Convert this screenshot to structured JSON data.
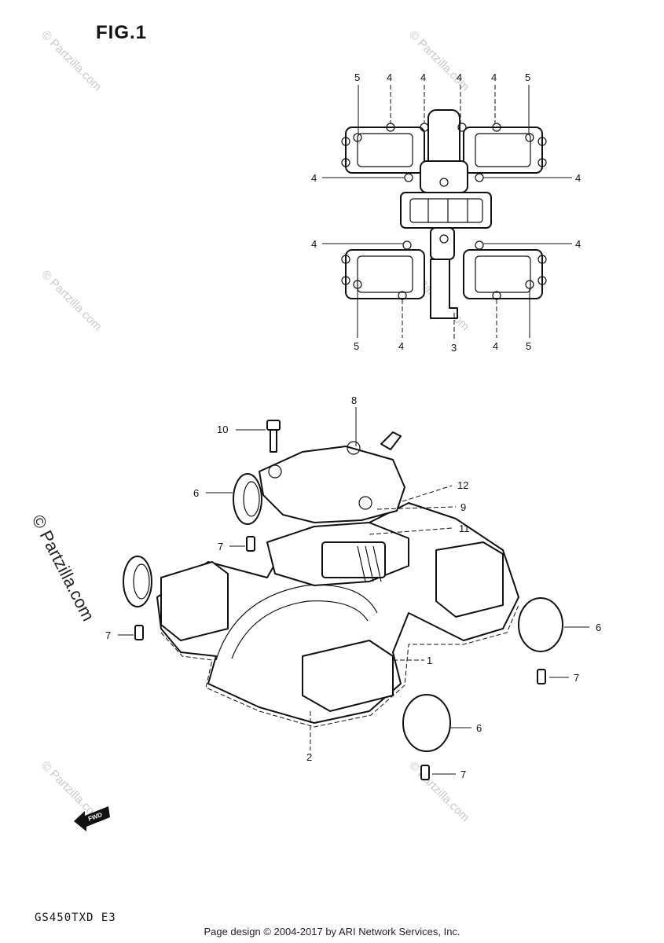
{
  "figure": {
    "title": "FIG.1"
  },
  "model_code": "GS450TXD E3",
  "footer": "Page design © 2004-2017 by ARI Network Services, Inc.",
  "watermark": {
    "text": "© Partzilla.com"
  },
  "fwd_label": "FWD",
  "callouts": {
    "top": [
      "5",
      "4",
      "4",
      "4",
      "4",
      "5",
      "4",
      "4",
      "4",
      "4",
      "5",
      "4",
      "3",
      "4",
      "5"
    ],
    "bottom": [
      "8",
      "10",
      "6",
      "12",
      "9",
      "11",
      "7",
      "7",
      "6",
      "1",
      "7",
      "6",
      "2",
      "7"
    ]
  }
}
